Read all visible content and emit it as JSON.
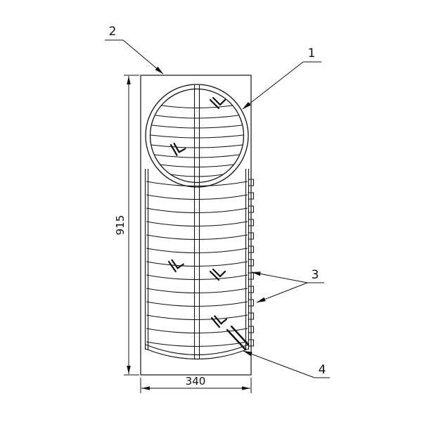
{
  "drawing": {
    "callouts": {
      "item1": "1",
      "item2": "2",
      "item3": "3",
      "item4": "4"
    },
    "dimensions": {
      "height": "915",
      "width": "340"
    }
  }
}
